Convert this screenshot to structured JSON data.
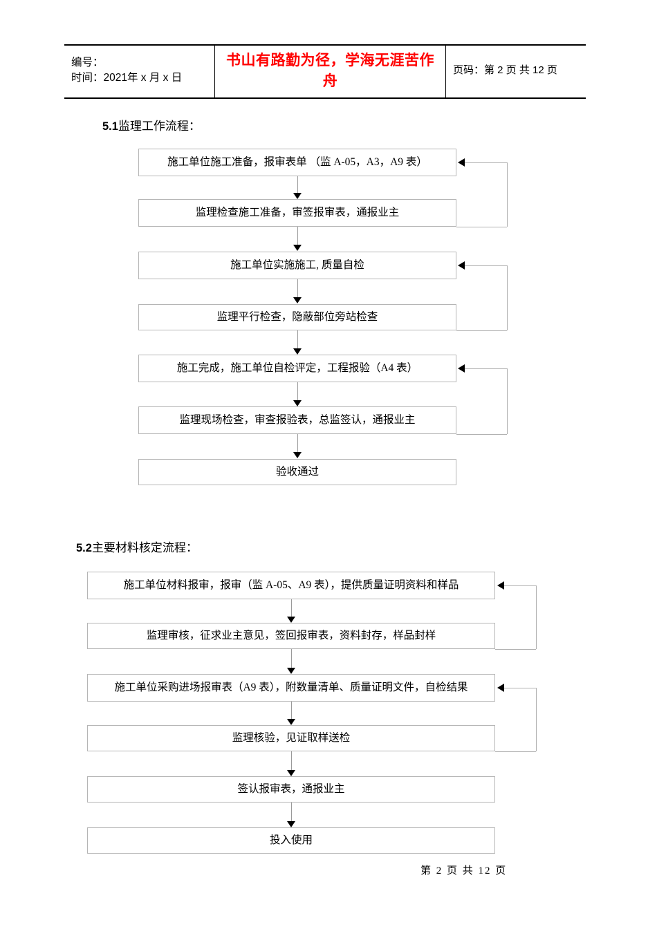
{
  "header": {
    "id_label": "编号：",
    "time_label": "时间：2021年 x 月 x 日",
    "slogan": "书山有路勤为径，学海无涯苦作舟",
    "page_code": "页码：第 2 页  共 12 页"
  },
  "footer": {
    "page_text": "第 2 页  共 12 页"
  },
  "sections": [
    {
      "number": "5.1",
      "title": "监理工作流程：",
      "boxes": [
        "施工单位施工准备，报审表单 （监 A-05，A3，A9 表）",
        "监理检查施工准备，审签报审表，通报业主",
        "施工单位实施施工, 质量自检",
        "监理平行检查，隐蔽部位旁站检查",
        "施工完成，施工单位自检评定，工程报验（A4 表）",
        "监理现场检查，审查报验表，总监签认，通报业主",
        "验收通过"
      ]
    },
    {
      "number": "5.2",
      "title": "主要材料核定流程：",
      "boxes": [
        "施工单位材料报审，报审（监 A-05、A9 表），提供质量证明资料和样品",
        "监理审核，征求业主意见，签回报审表，资料封存，样品封样",
        "施工单位采购进场报审表（A9 表），附数量清单、质量证明文件，自检结果",
        "监理核验，见证取样送检",
        "签认报审表，通报业主",
        "投入使用"
      ]
    }
  ]
}
